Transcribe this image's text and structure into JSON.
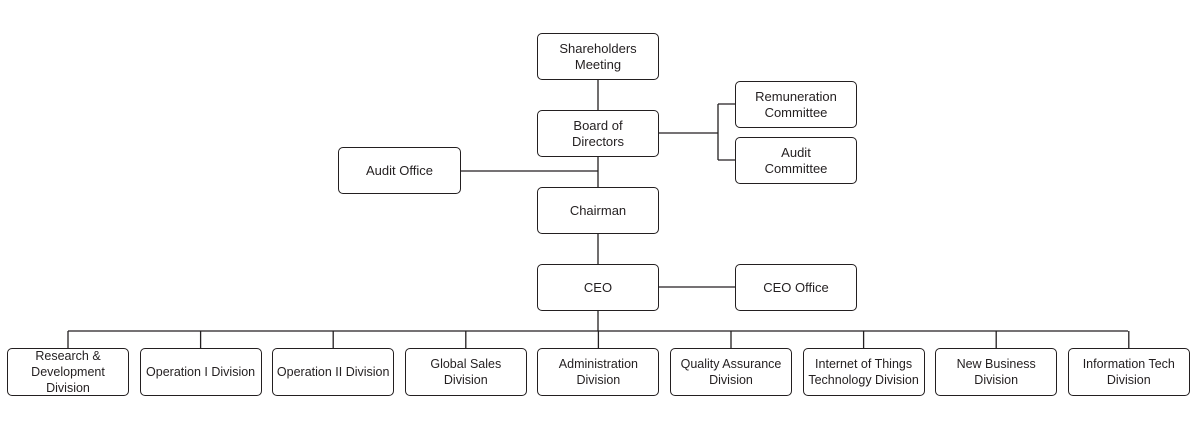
{
  "colors": {
    "line": "#231f20",
    "box_border": "#231f20",
    "text": "#231f20",
    "background": "#ffffff"
  },
  "nodes": {
    "shareholders": "Shareholders\nMeeting",
    "board": "Board of\nDirectors",
    "remuneration": "Remuneration\nCommittee",
    "audit_committee": "Audit\nCommittee",
    "audit_office": "Audit Office",
    "chairman": "Chairman",
    "ceo": "CEO",
    "ceo_office": "CEO Office"
  },
  "divisions": [
    "Research &\nDevelopment Division",
    "Operation I Division",
    "Operation II Division",
    "Global Sales\nDivision",
    "Administration\nDivision",
    "Quality Assurance\nDivision",
    "Internet of Things\nTechnology Division",
    "New Business\nDivision",
    "Information Tech\nDivision"
  ]
}
